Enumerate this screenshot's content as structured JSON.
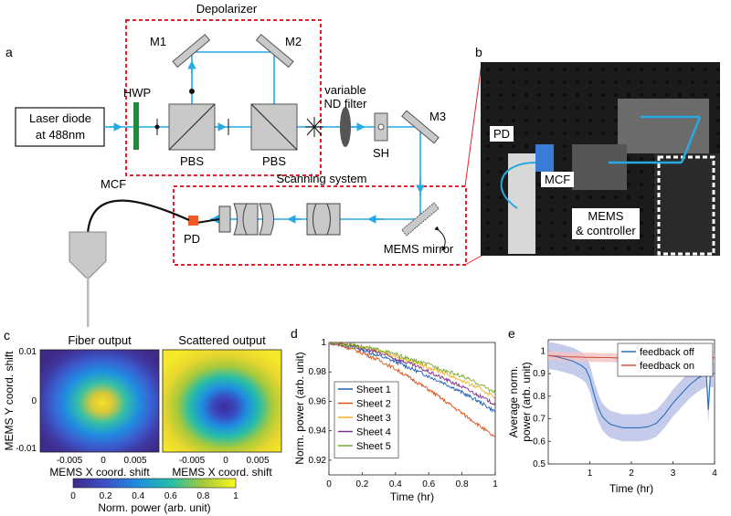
{
  "panels": {
    "a": "a",
    "b": "b",
    "c": "c",
    "d": "d",
    "e": "e"
  },
  "schematic": {
    "depolarizer": "Depolarizer",
    "scanning_system": "Scanning system",
    "laser_line1": "Laser diode",
    "laser_line2": "at 488nm",
    "hwp": "HWP",
    "m1": "M1",
    "m2": "M2",
    "m3": "M3",
    "pbs1": "PBS",
    "pbs2": "PBS",
    "nd_line1": "variable",
    "nd_line2": "ND filter",
    "sh": "SH",
    "mcf": "MCF",
    "pd": "PD",
    "mems_mirror": "MEMS mirror"
  },
  "photo": {
    "pd": "PD",
    "mcf": "MCF",
    "mems_line1": "MEMS",
    "mems_line2": "& controller"
  },
  "colors": {
    "beam": "#27a9e1",
    "box": "#e4202a",
    "hwp": "#1f8a3b",
    "pd": "#f05a28",
    "gray": "#c9c9c9"
  },
  "panel_c": {
    "title_left": "Fiber output",
    "title_right": "Scattered output",
    "ylabel_line1": "MEMS Y coord. shift",
    "xlabel": "MEMS X coord. shift",
    "yticks": [
      "0.01",
      "0",
      "-0.01"
    ],
    "xticks": [
      "-0.005",
      "0",
      "0.005"
    ],
    "colorbar_label": "Norm. power (arb. unit)",
    "colorbar_ticks": [
      "0",
      "0.2",
      "0.4",
      "0.6",
      "0.8",
      "1"
    ],
    "colormap": "viridis"
  },
  "chart_data": [
    {
      "type": "line",
      "panel": "d",
      "xlabel": "Time (hr)",
      "ylabel": "Norm. power (arb. unit)",
      "xlim": [
        0,
        1
      ],
      "ylim": [
        0.91,
        1.0
      ],
      "xticks": [
        "0",
        "0.2",
        "0.4",
        "0.6",
        "0.8",
        "1"
      ],
      "yticks": [
        "1",
        "0.98",
        "0.96",
        "0.94",
        "0.92"
      ],
      "legend_position": "lower-left",
      "x": [
        0,
        0.1,
        0.2,
        0.3,
        0.4,
        0.5,
        0.6,
        0.7,
        0.8,
        0.9,
        1.0
      ],
      "series": [
        {
          "name": "Sheet 1",
          "color": "#1f5fb4",
          "values": [
            1.0,
            0.998,
            0.995,
            0.991,
            0.987,
            0.982,
            0.977,
            0.972,
            0.966,
            0.96,
            0.953
          ]
        },
        {
          "name": "Sheet 2",
          "color": "#d95319",
          "values": [
            1.0,
            0.997,
            0.993,
            0.988,
            0.982,
            0.975,
            0.968,
            0.96,
            0.952,
            0.944,
            0.935
          ]
        },
        {
          "name": "Sheet 3",
          "color": "#edb120",
          "values": [
            1.0,
            0.999,
            0.997,
            0.994,
            0.991,
            0.987,
            0.983,
            0.979,
            0.974,
            0.969,
            0.963
          ]
        },
        {
          "name": "Sheet 4",
          "color": "#7e2f8e",
          "values": [
            1.0,
            0.999,
            0.996,
            0.993,
            0.989,
            0.985,
            0.98,
            0.975,
            0.97,
            0.964,
            0.958
          ]
        },
        {
          "name": "Sheet 5",
          "color": "#77ac30",
          "values": [
            1.0,
            0.999,
            0.997,
            0.995,
            0.992,
            0.988,
            0.985,
            0.981,
            0.977,
            0.972,
            0.966
          ]
        }
      ]
    },
    {
      "type": "line",
      "panel": "e",
      "xlabel": "Time (hr)",
      "ylabel_line1": "Average norm.",
      "ylabel_line2": "power (arb. unit)",
      "xlim": [
        0,
        4
      ],
      "ylim": [
        0.5,
        1.05
      ],
      "xticks": [
        "1",
        "2",
        "3",
        "4"
      ],
      "yticks": [
        "1",
        "0.9",
        "0.8",
        "0.7",
        "0.6",
        "0.5"
      ],
      "legend_position": "top-right",
      "x": [
        0,
        0.2,
        0.4,
        0.6,
        0.8,
        0.9,
        1.0,
        1.1,
        1.2,
        1.3,
        1.4,
        1.5,
        1.6,
        1.8,
        2.0,
        2.2,
        2.4,
        2.6,
        2.8,
        3.0,
        3.2,
        3.4,
        3.6,
        3.8,
        3.85,
        3.9,
        4.0
      ],
      "series": [
        {
          "name": "feedback off",
          "color": "#2c6fbb",
          "band": "#b7bfe6",
          "band_halfwidth": 0.06,
          "values": [
            0.98,
            0.975,
            0.965,
            0.955,
            0.935,
            0.92,
            0.88,
            0.81,
            0.75,
            0.71,
            0.69,
            0.675,
            0.67,
            0.66,
            0.66,
            0.66,
            0.665,
            0.68,
            0.72,
            0.77,
            0.81,
            0.85,
            0.88,
            0.9,
            0.74,
            0.9,
            0.9
          ]
        },
        {
          "name": "feedback on",
          "color": "#d7504a",
          "band": "#f2c3c1",
          "band_halfwidth": 0.02,
          "values": [
            0.98,
            0.978,
            0.975,
            0.974,
            0.973,
            0.972,
            0.972,
            0.972,
            0.971,
            0.971,
            0.971,
            0.971,
            0.97,
            0.97,
            0.97,
            0.97,
            0.97,
            0.97,
            0.97,
            0.97,
            0.97,
            0.97,
            0.97,
            0.97,
            0.97,
            0.97,
            0.97
          ]
        }
      ]
    }
  ]
}
